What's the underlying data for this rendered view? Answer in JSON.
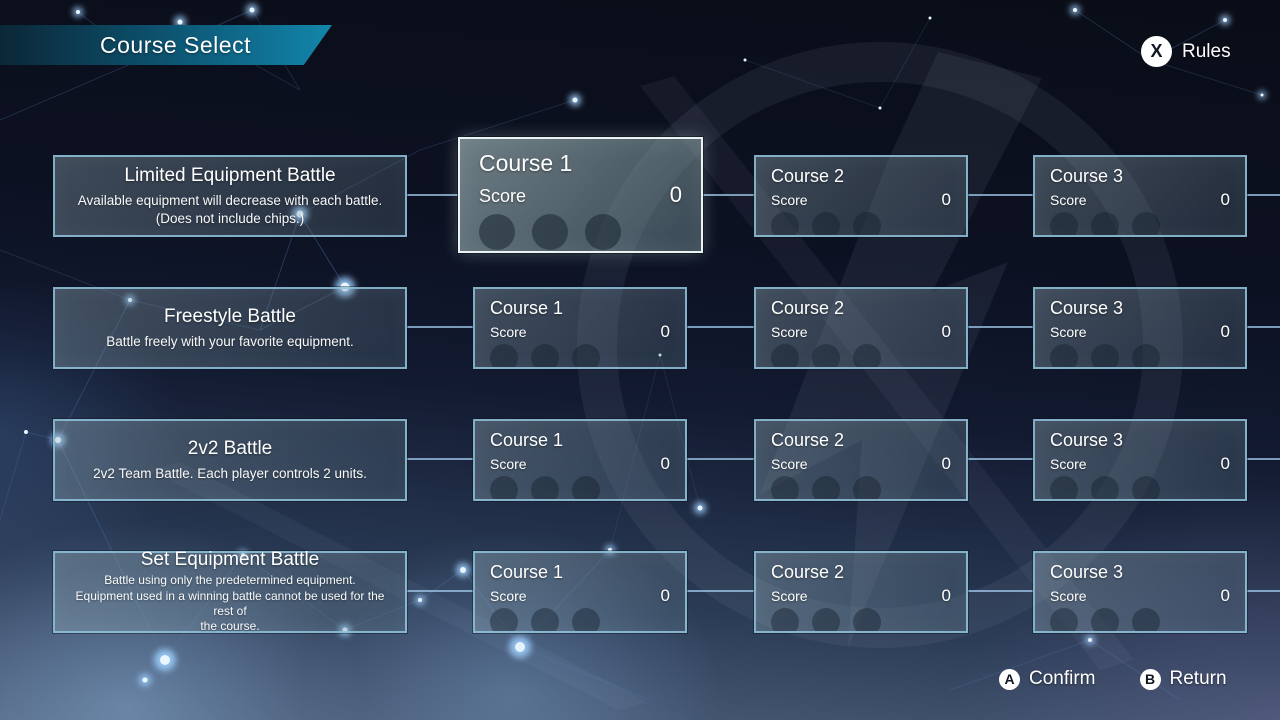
{
  "header": {
    "title": "Course Select"
  },
  "rules": {
    "key": "X",
    "label": "Rules"
  },
  "footer": {
    "confirm": {
      "key": "A",
      "label": "Confirm"
    },
    "return": {
      "key": "B",
      "label": "Return"
    }
  },
  "modes": [
    {
      "title": "Limited Equipment Battle",
      "desc": [
        "Available equipment will decrease with each battle.",
        "(Does not include chips.)"
      ],
      "courses": [
        {
          "title": "Course 1",
          "score_label": "Score",
          "score": "0",
          "selected": true
        },
        {
          "title": "Course 2",
          "score_label": "Score",
          "score": "0",
          "selected": false
        },
        {
          "title": "Course 3",
          "score_label": "Score",
          "score": "0",
          "selected": false
        }
      ]
    },
    {
      "title": "Freestyle Battle",
      "desc": [
        "Battle freely with your favorite equipment."
      ],
      "courses": [
        {
          "title": "Course 1",
          "score_label": "Score",
          "score": "0",
          "selected": false
        },
        {
          "title": "Course 2",
          "score_label": "Score",
          "score": "0",
          "selected": false
        },
        {
          "title": "Course 3",
          "score_label": "Score",
          "score": "0",
          "selected": false
        }
      ]
    },
    {
      "title": "2v2 Battle",
      "desc": [
        "2v2 Team Battle. Each player controls 2 units."
      ],
      "courses": [
        {
          "title": "Course 1",
          "score_label": "Score",
          "score": "0",
          "selected": false
        },
        {
          "title": "Course 2",
          "score_label": "Score",
          "score": "0",
          "selected": false
        },
        {
          "title": "Course 3",
          "score_label": "Score",
          "score": "0",
          "selected": false
        }
      ]
    },
    {
      "title": "Set Equipment Battle",
      "desc": [
        "Battle using only the predetermined equipment.",
        "Equipment used in a winning battle cannot be used for the rest of",
        "the course."
      ],
      "courses": [
        {
          "title": "Course 1",
          "score_label": "Score",
          "score": "0",
          "selected": false
        },
        {
          "title": "Course 2",
          "score_label": "Score",
          "score": "0",
          "selected": false
        },
        {
          "title": "Course 3",
          "score_label": "Score",
          "score": "0",
          "selected": false
        }
      ]
    }
  ],
  "colors": {
    "banner_teal": "#1286ab",
    "card_border": "#91c3dc",
    "selected_border": "#ebf3f3",
    "connector": "#a0c8eb",
    "background_top": "#0a0d17",
    "background_bottom": "#51647e"
  }
}
